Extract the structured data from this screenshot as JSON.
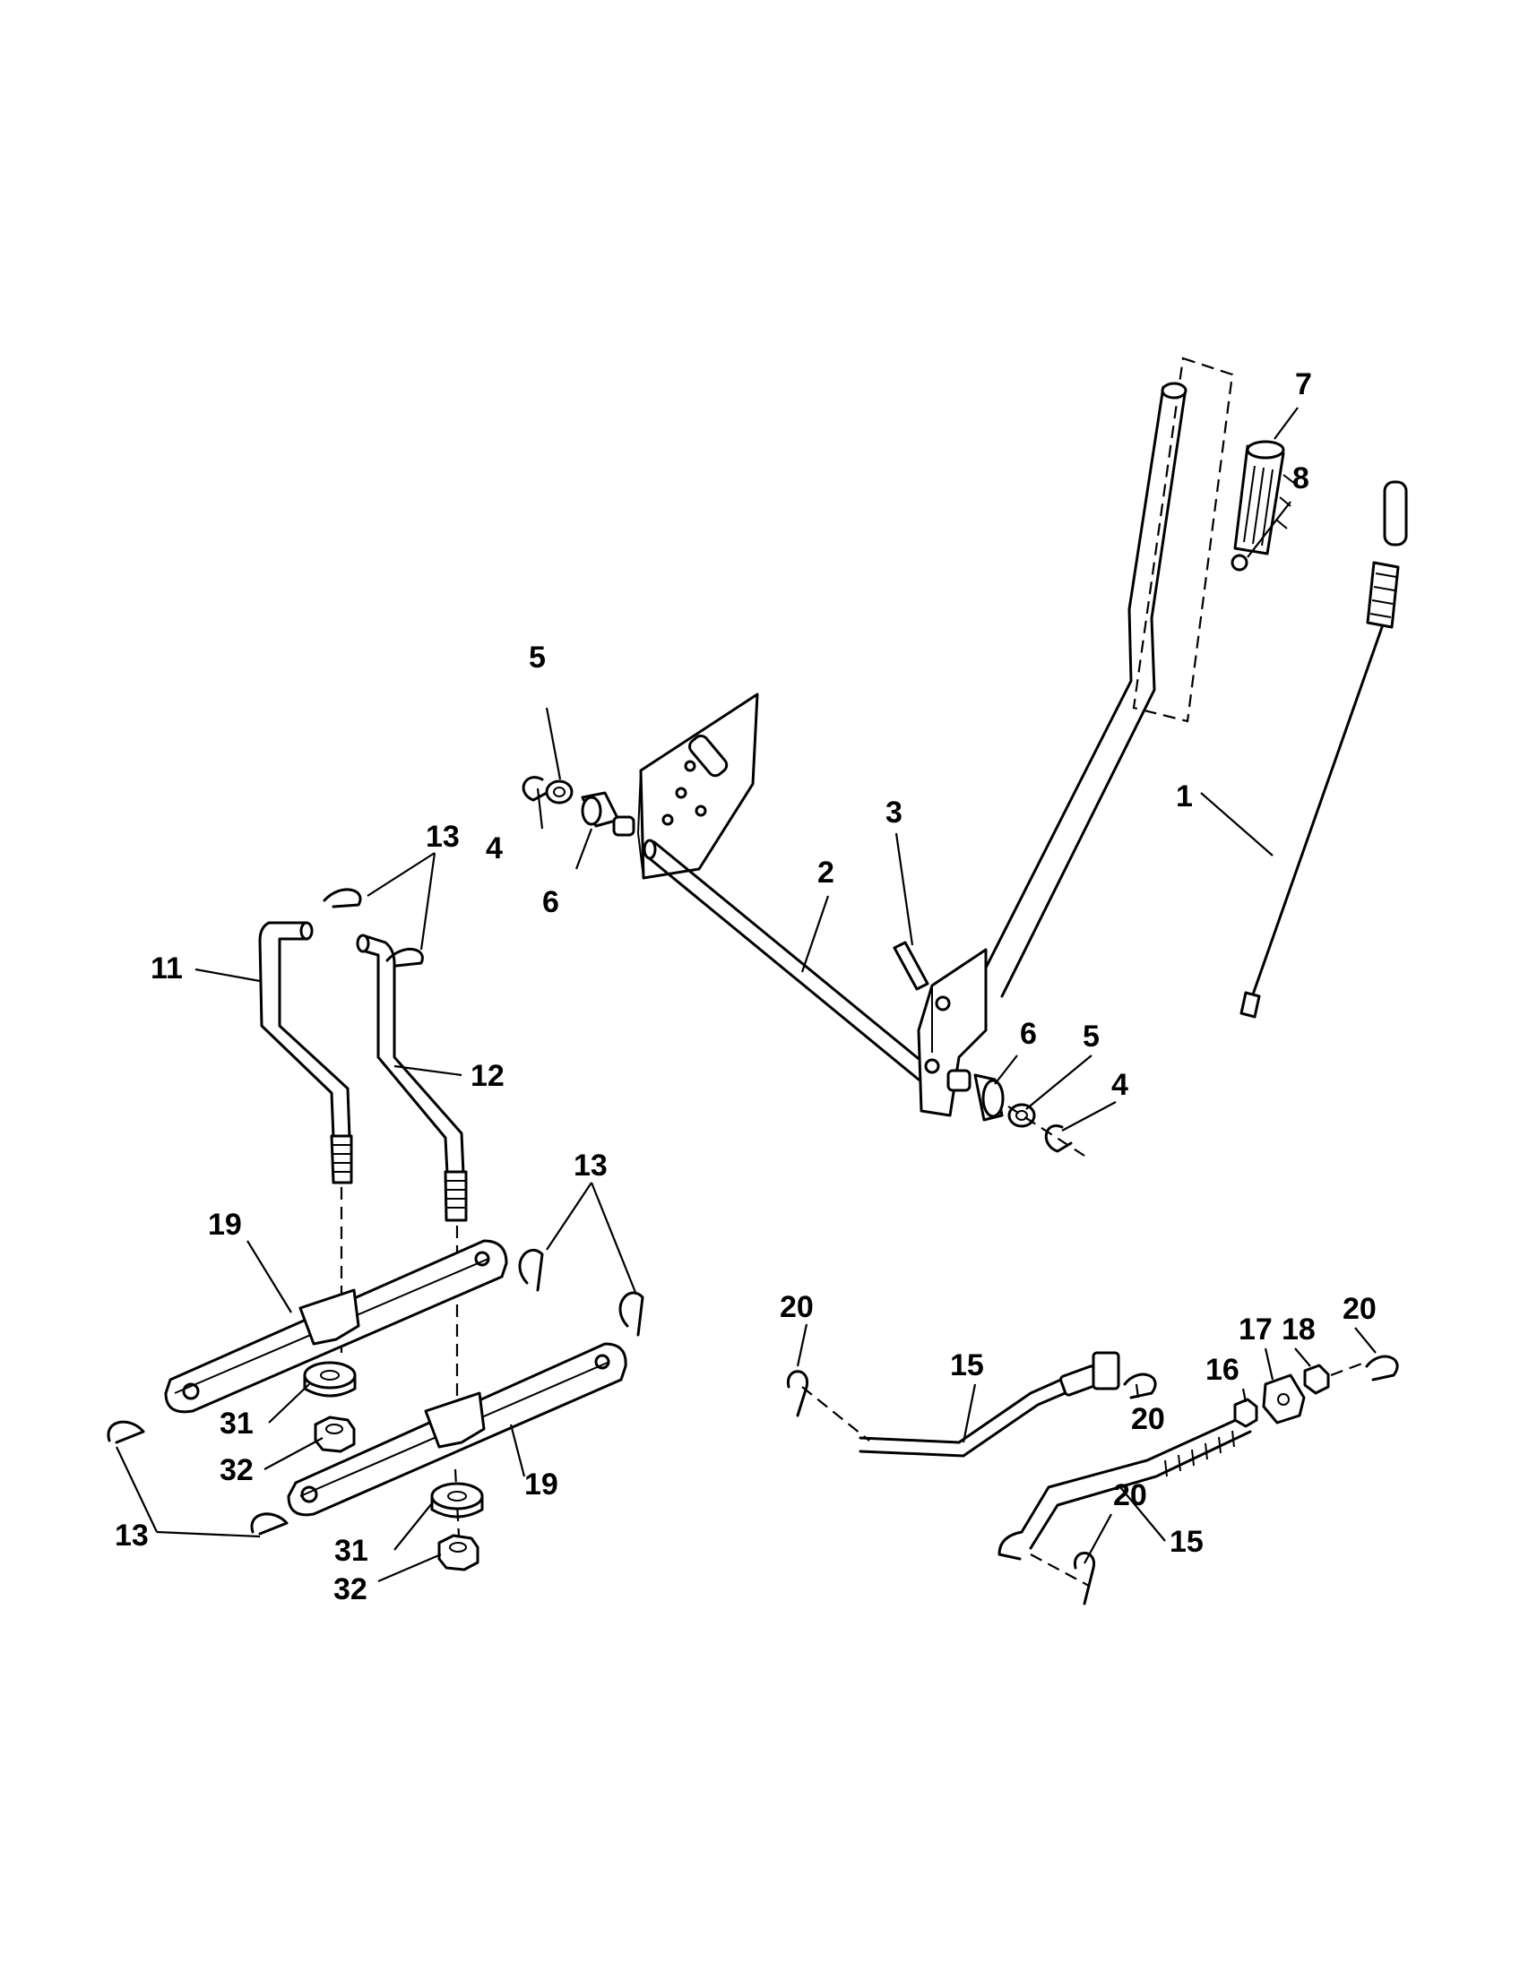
{
  "callouts": [
    {
      "id": "c1",
      "text": "1"
    },
    {
      "id": "c2",
      "text": "2"
    },
    {
      "id": "c3",
      "text": "3"
    },
    {
      "id": "c4a",
      "text": "4"
    },
    {
      "id": "c4b",
      "text": "4"
    },
    {
      "id": "c5a",
      "text": "5"
    },
    {
      "id": "c5b",
      "text": "5"
    },
    {
      "id": "c6a",
      "text": "6"
    },
    {
      "id": "c6b",
      "text": "6"
    },
    {
      "id": "c7",
      "text": "7"
    },
    {
      "id": "c8",
      "text": "8"
    },
    {
      "id": "c11",
      "text": "11"
    },
    {
      "id": "c12",
      "text": "12"
    },
    {
      "id": "c13a",
      "text": "13"
    },
    {
      "id": "c13b",
      "text": "13"
    },
    {
      "id": "c13c",
      "text": "13"
    },
    {
      "id": "c15a",
      "text": "15"
    },
    {
      "id": "c15b",
      "text": "15"
    },
    {
      "id": "c16",
      "text": "16"
    },
    {
      "id": "c17",
      "text": "17"
    },
    {
      "id": "c18",
      "text": "18"
    },
    {
      "id": "c19a",
      "text": "19"
    },
    {
      "id": "c19b",
      "text": "19"
    },
    {
      "id": "c20a",
      "text": "20"
    },
    {
      "id": "c20b",
      "text": "20"
    },
    {
      "id": "c20c",
      "text": "20"
    },
    {
      "id": "c20d",
      "text": "20"
    },
    {
      "id": "c31a",
      "text": "31"
    },
    {
      "id": "c31b",
      "text": "31"
    },
    {
      "id": "c32a",
      "text": "32"
    },
    {
      "id": "c32b",
      "text": "32"
    }
  ]
}
